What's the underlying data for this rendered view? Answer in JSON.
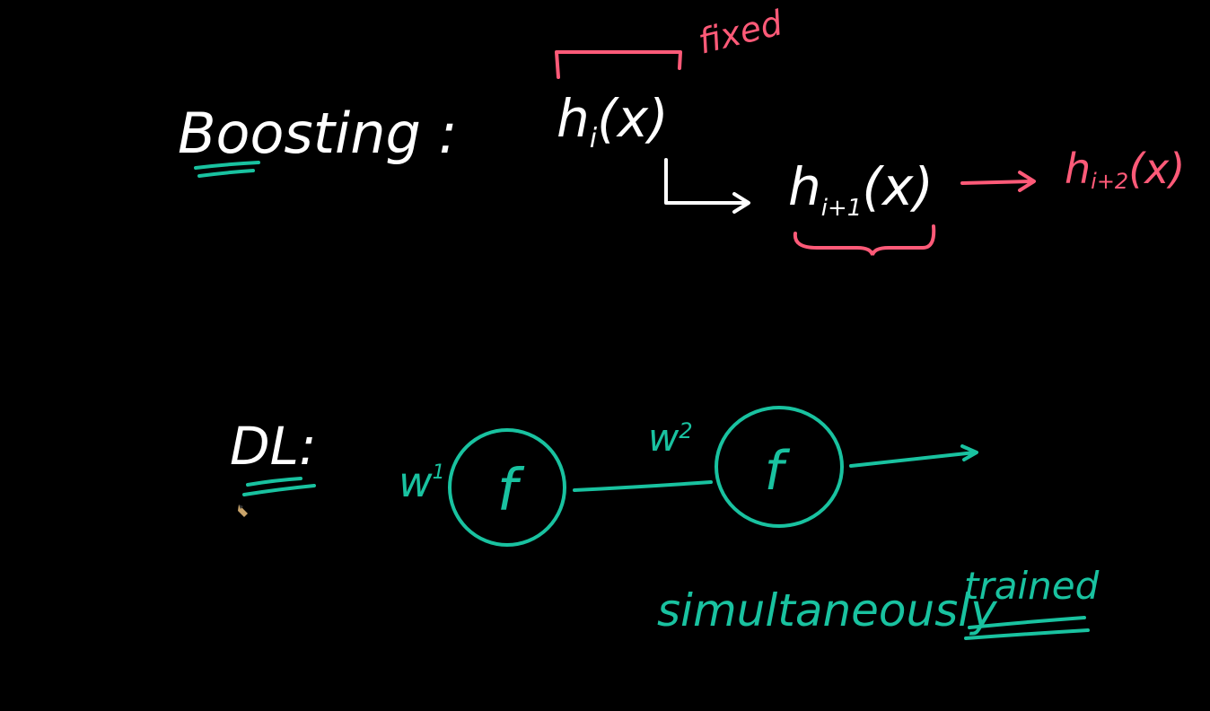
{
  "colors": {
    "background": "#000000",
    "ink_white": "#ffffff",
    "ink_pink": "#ff5a78",
    "ink_teal": "#19c2a0"
  },
  "boosting": {
    "heading": "Boosting :",
    "model_fixed": "h",
    "model_fixed_sub": "i",
    "model_fixed_arg": "(x)",
    "fixed_note": "fixed",
    "model_next": "h",
    "model_next_sub": "i+1",
    "model_next_arg": "(x)",
    "model_after": "h",
    "model_after_sub": "i+2",
    "model_after_arg": "(x)"
  },
  "deep_learning": {
    "heading": "DL:",
    "weight_1": "w",
    "weight_1_sup": "1",
    "weight_2": "w",
    "weight_2_sup": "2",
    "node_1_label": "f",
    "node_2_label": "f",
    "note_1": "simultaneously",
    "note_2": "trained"
  },
  "icons": {
    "cursor": "pencil-cursor-icon"
  }
}
